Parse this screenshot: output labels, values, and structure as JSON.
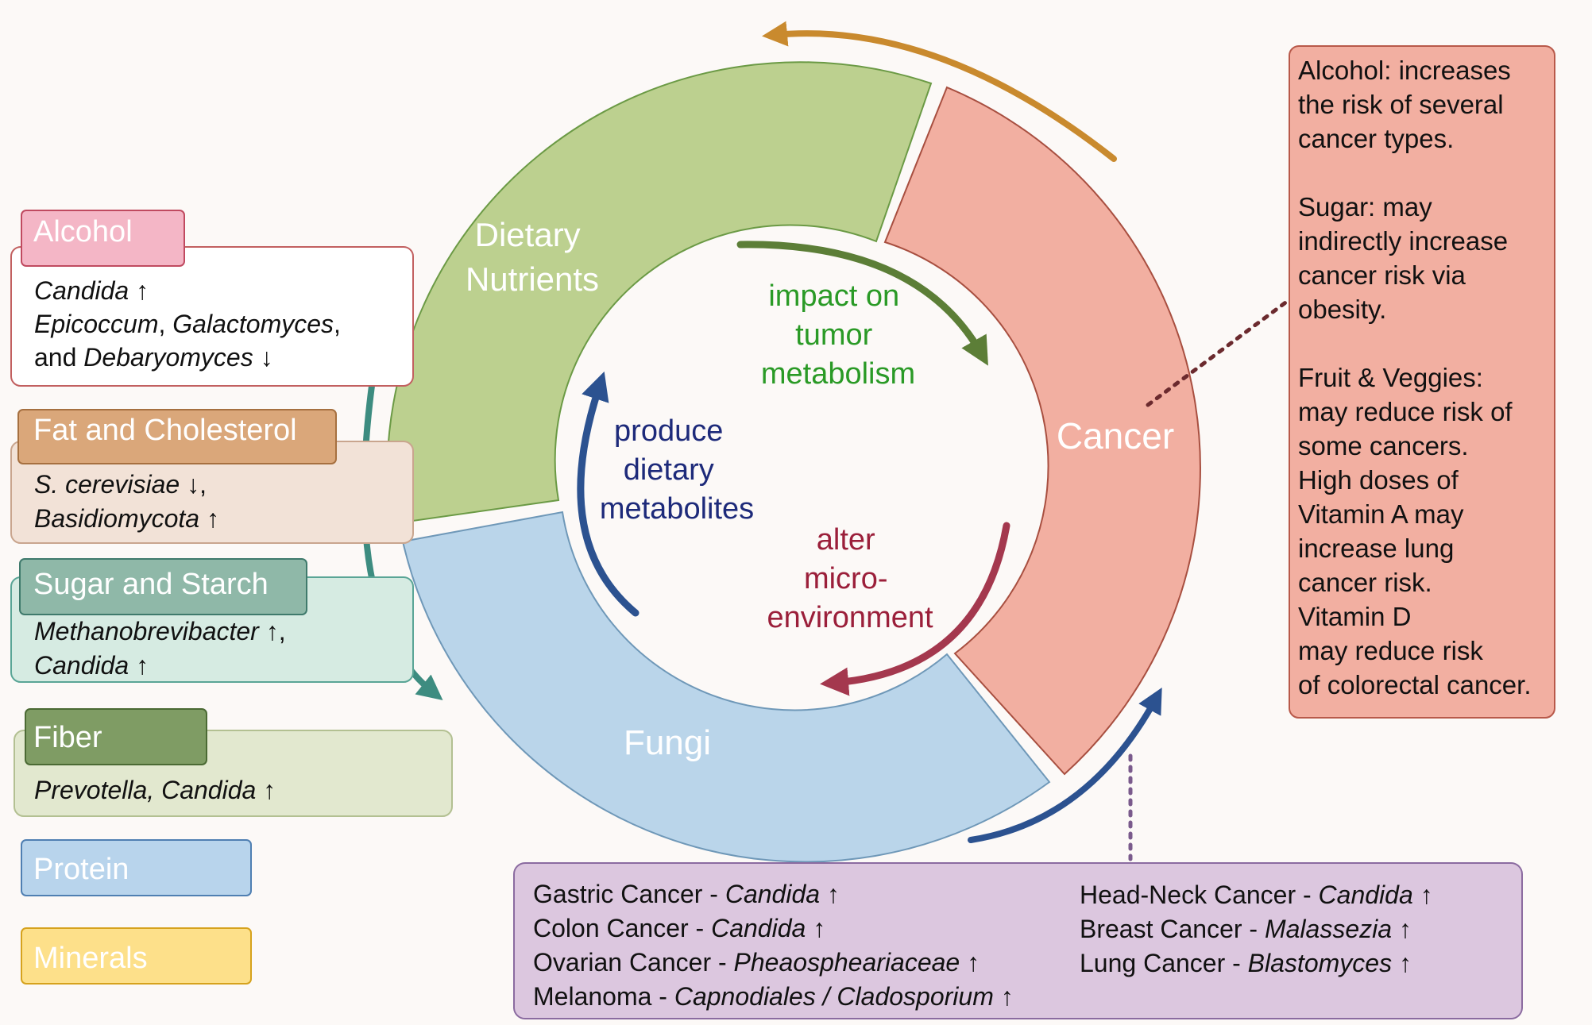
{
  "ring": {
    "segments": {
      "dietary": {
        "label": [
          "Dietary",
          "Nutrients"
        ]
      },
      "cancer": {
        "label": [
          "Cancer"
        ]
      },
      "fungi": {
        "label": [
          "Fungi"
        ]
      }
    },
    "inner": {
      "impact": [
        "impact on",
        "tumor",
        "metabolism"
      ],
      "produce": [
        "produce",
        "dietary",
        "metabolites"
      ],
      "alter": [
        "alter",
        "micro-",
        "environment"
      ]
    }
  },
  "categories": [
    {
      "id": "alcohol",
      "title": "Alcohol",
      "lines": [
        [
          {
            "t": "Candida",
            "i": true
          },
          {
            "t": " ↑"
          }
        ],
        [
          {
            "t": "Epicoccum",
            "i": true
          },
          {
            "t": ", "
          },
          {
            "t": "Galactomyces",
            "i": true
          },
          {
            "t": ","
          }
        ],
        [
          {
            "t": "and "
          },
          {
            "t": "Debaryomyces",
            "i": true
          },
          {
            "t": " ↓"
          }
        ]
      ]
    },
    {
      "id": "fat-and-cholesterol",
      "title": "Fat and Cholesterol",
      "lines": [
        [
          {
            "t": "S. cerevisiae",
            "i": true
          },
          {
            "t": " ↓,"
          }
        ],
        [
          {
            "t": "Basidiomycota",
            "i": true
          },
          {
            "t": " ↑"
          }
        ]
      ]
    },
    {
      "id": "sugar-and-starch",
      "title": "Sugar and Starch",
      "lines": [
        [
          {
            "t": "Methanobrevibacter",
            "i": true
          },
          {
            "t": " ↑,"
          }
        ],
        [
          {
            "t": "Candida",
            "i": true
          },
          {
            "t": " ↑"
          }
        ]
      ]
    },
    {
      "id": "fiber",
      "title": "Fiber",
      "lines": [
        [
          {
            "t": "Prevotella, Candida",
            "i": true
          },
          {
            "t": " ↑"
          }
        ]
      ]
    },
    {
      "id": "protein",
      "title": "Protein",
      "lines": []
    },
    {
      "id": "minerals",
      "title": "Minerals",
      "lines": []
    }
  ],
  "cancer_box": {
    "lines": [
      "Alcohol: increases",
      "the risk of several",
      "cancer types.",
      "",
      "Sugar: may",
      "indirectly increase",
      "cancer risk via",
      "obesity.",
      "",
      "Fruit & Veggies:",
      "may reduce risk of",
      "some cancers.",
      "High doses of",
      "Vitamin A may",
      "increase lung",
      "cancer risk.",
      "Vitamin D",
      "may reduce risk",
      "of colorectal cancer."
    ]
  },
  "fungi_box": {
    "left": [
      [
        {
          "t": "Gastric Cancer - "
        },
        {
          "t": "Candida",
          "i": true
        },
        {
          "t": " ↑"
        }
      ],
      [
        {
          "t": "Colon Cancer - "
        },
        {
          "t": "Candida",
          "i": true
        },
        {
          "t": " ↑"
        }
      ],
      [
        {
          "t": "Ovarian Cancer - "
        },
        {
          "t": "Pheaosphеariaceae",
          "i": true
        },
        {
          "t": " ↑"
        }
      ],
      [
        {
          "t": "Melanoma - "
        },
        {
          "t": "Capnodiales / Cladosporium",
          "i": true
        },
        {
          "t": " ↑"
        }
      ]
    ],
    "right": [
      [
        {
          "t": "Head-Neck Cancer - "
        },
        {
          "t": "Candida",
          "i": true
        },
        {
          "t": " ↑"
        }
      ],
      [
        {
          "t": "Breast Cancer - "
        },
        {
          "t": "Malassezia",
          "i": true
        },
        {
          "t": " ↑"
        }
      ],
      [
        {
          "t": "Lung Cancer - "
        },
        {
          "t": "Blastomyces",
          "i": true
        },
        {
          "t": " ↑"
        }
      ]
    ]
  },
  "colors": {
    "background": "#fcf9f7",
    "dietary": "#bcd08f",
    "dietary_stroke": "#6b9a45",
    "cancer": "#f2afa1",
    "cancer_stroke": "#a84f40",
    "fungi": "#bad5ea",
    "fungi_stroke": "#6f98b8",
    "arrow_top": "#c98a2e",
    "arrow_impact": "#5c7e37",
    "arrow_produce": "#2c5290",
    "arrow_alter": "#a4384e",
    "arrow_left": "#3d8c80",
    "arrow_bottom": "#2c5290",
    "text_impact": "#2a9a26",
    "text_produce": "#1d2a7a",
    "text_alter": "#9b1f3a"
  }
}
